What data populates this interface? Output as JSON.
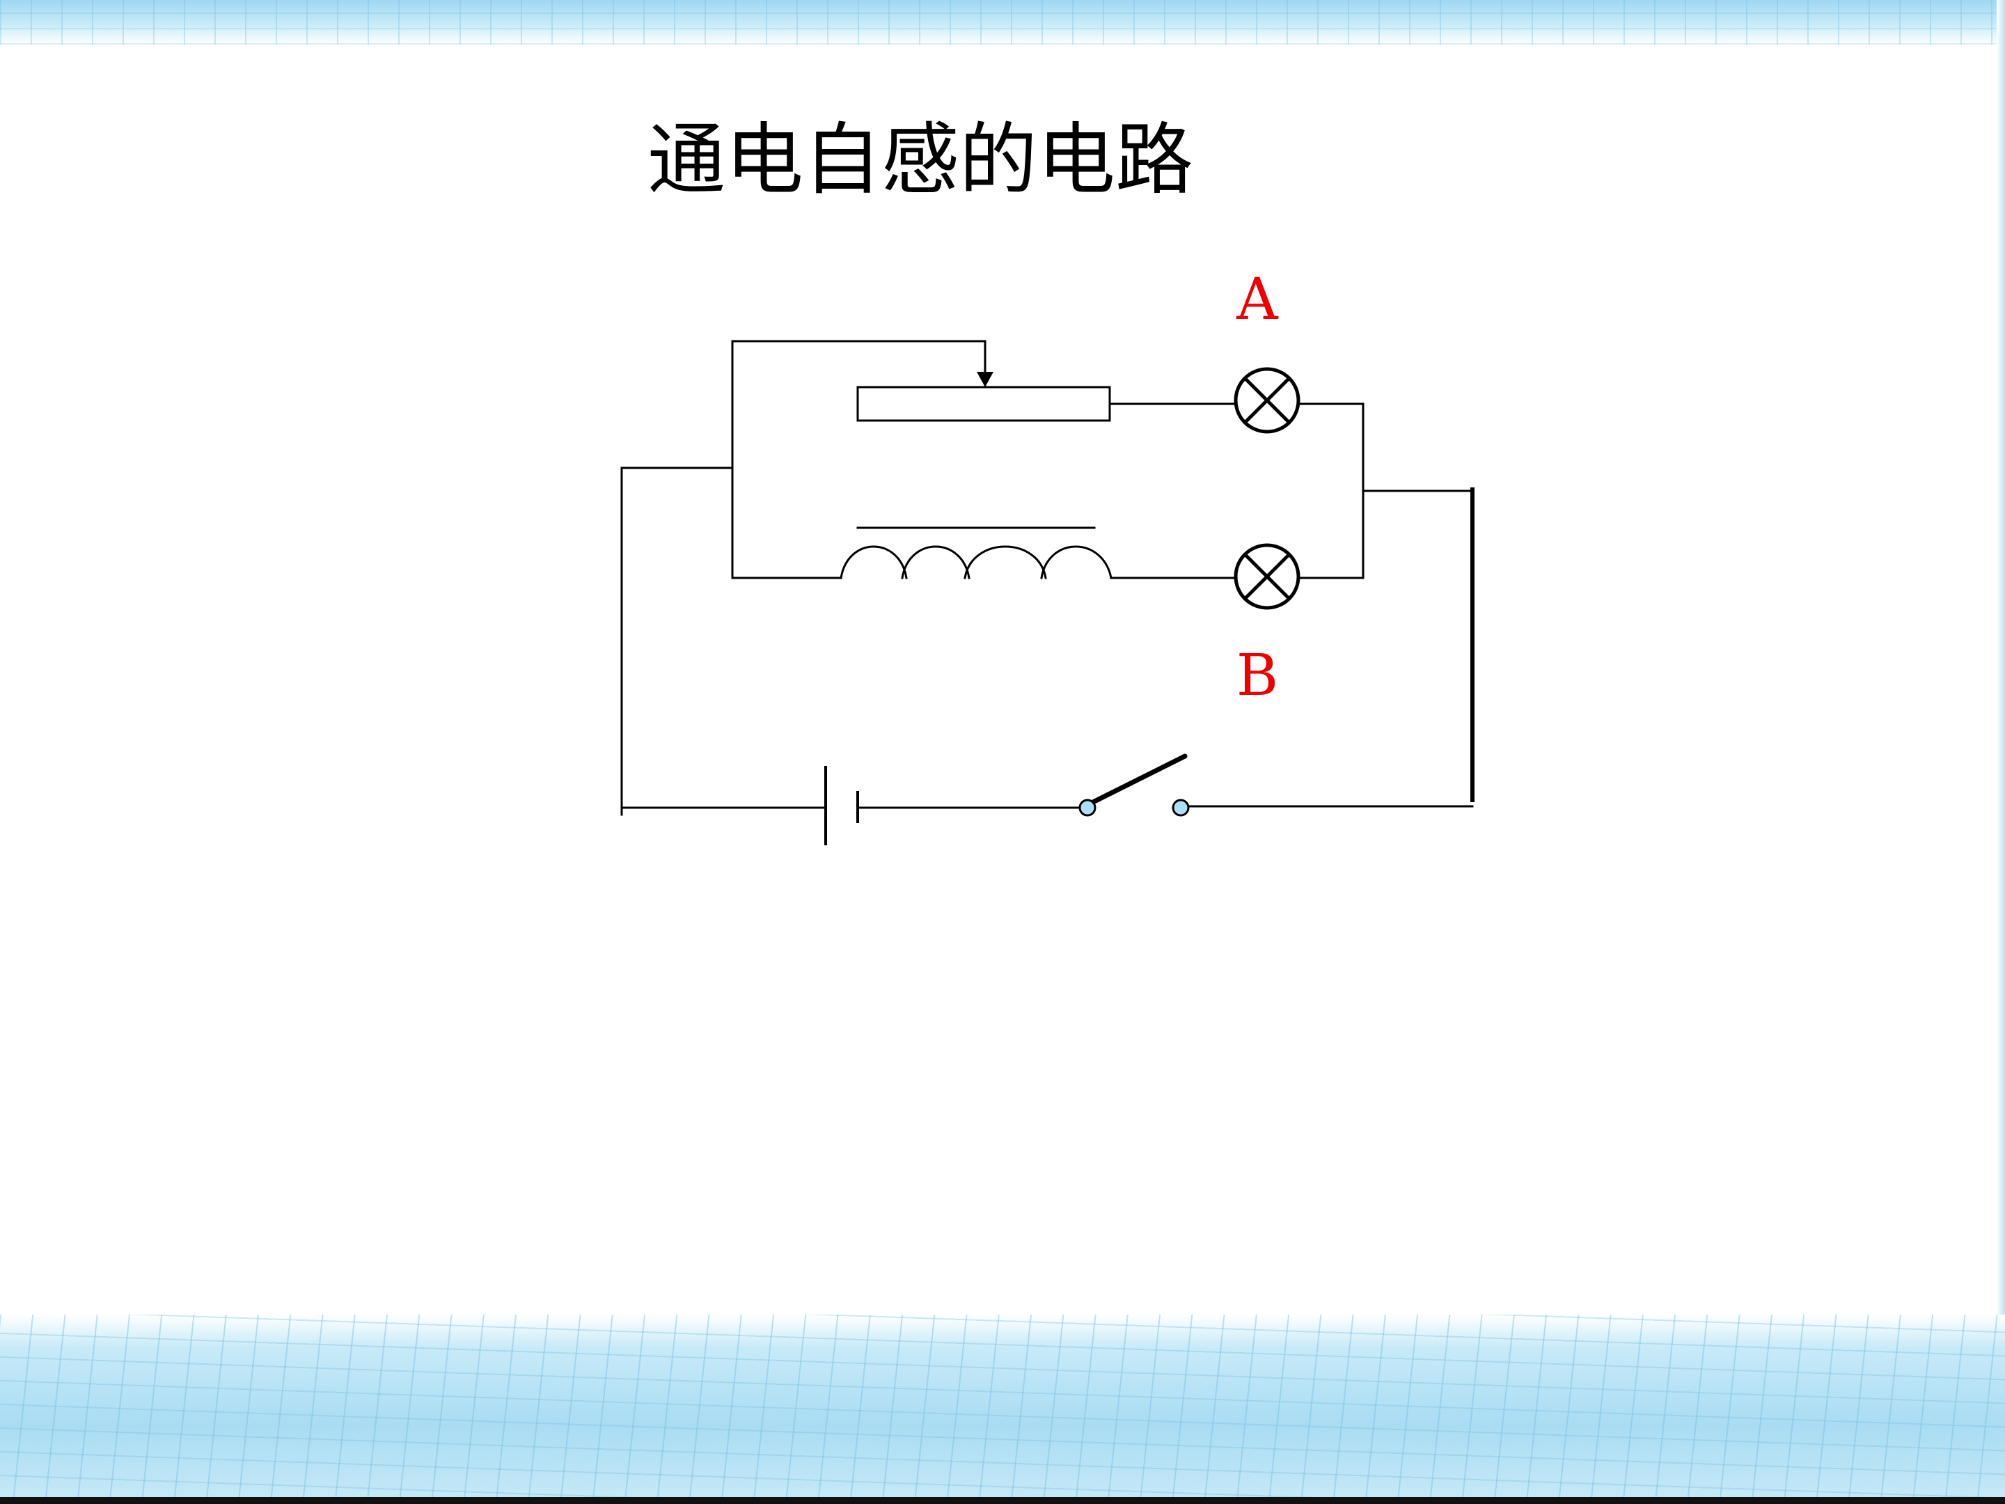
{
  "slide": {
    "title": "通电自感的电路"
  },
  "diagram": {
    "lamp_a_label": "A",
    "lamp_b_label": "B",
    "colors": {
      "wire": "#000000",
      "label": "#ee0000",
      "switch_terminal": "#aee0f5",
      "background_band": "#a9dcf3"
    }
  }
}
